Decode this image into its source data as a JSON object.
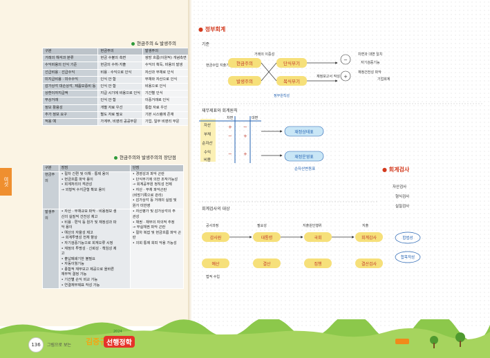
{
  "left": {
    "section1": {
      "title": "현금주의 & 발생주의",
      "headers": [
        "구분",
        "현금주의",
        "발생주의"
      ],
      "rows": [
        [
          "거래의 해석과 분류",
          "현금 수불의 측면",
          "쌍방 흐름(이원적) 개념측면"
        ],
        [
          "수익비용의 인식 기준",
          "현금의 수취·지출",
          "수익의 획득, 비용의 발생"
        ],
        [
          "선급비용 · 선급수익",
          "비용 · 수익으로 인식",
          "자산과 부채로 인식"
        ],
        [
          "미지급비용 · 미수수익",
          "인식 안 함",
          "부채와 자산으로 인식"
        ],
        [
          "감가상각 대손상각, 제품보증비 등",
          "인식 안 함",
          "비용으로 인식"
        ],
        [
          "상환이자지급액",
          "지급 시기에 비용으로 인식",
          "기간별 인식"
        ],
        [
          "무상거래",
          "인식 안 함",
          "이중거래로 인식"
        ],
        [
          "정보 활용성",
          "개별 자료 우선",
          "통합 자료 우선"
        ],
        [
          "추가 정보 요구",
          "별도 자료 필요",
          "기본 시스템에 존재"
        ],
        [
          "적용 예",
          "가계부, 비영리 공공부문",
          "기업, 일부 비영리 부문"
        ]
      ]
    },
    "section2": {
      "title": "현금주의와 발생주의의 장단점",
      "headers": [
        "구분",
        "장점",
        "단점"
      ],
      "rows": [
        {
          "label": "현금주의",
          "pros": [
            "• 절차 간편 및 이해 · 통제 용이",
            "• 현금흐름 파악 용이",
            "• 회계처리의 객관성",
            "  → 외형적 수지균형 확보 용이"
          ],
          "cons": [
            "• 경영성과 파악 곤란",
            "• 단식부기에 의한 조작가능성",
            "  → 회계공무원 정직성 전제",
            "• 자산 · 부채 파악곤란",
            "  (비망기록으로 관리)",
            "• 감가상각 등 거래의 실질 및",
            "  원가 미반영"
          ]
        },
        {
          "label": "발생주의",
          "pros": [
            "• 자산 · 부채규모 파악 · 비용정보 생",
            "  산의 실질적 건전성 제고",
            "• 비용 · 편익 등 원가 및 재정성과 파",
            "  악 용이",
            "• 예산의 자율성 제고",
            "  → 회계투명성 전체 향상",
            "• 자기검증기능으로 회계오류 시정",
            "• 재정의 투명성 · 신뢰성 · 책임성 제",
            "  고",
            "• 출납폐쇄기한 불필요",
            "• 자동이월기능",
            "• 종합적 재무보고 제공으로 올바른",
            "  재무적 결정 가능",
            "• 기간별 손익 비교 가능",
            "• 연결재무제표 작성 가능"
          ],
          "cons": [
            "• 자산평가 및 감가상각의 주",
            "  관성",
            "• 채권 · 채무의 자의적 추정",
            "  → 부실채권 파악 곤란",
            "• 절차 복잡 및 현금흐름 파악 곤",
            "  란",
            "• 의회 통제 회피 악용 가능성"
          ]
        }
      ]
    },
    "side_tab": "여섯",
    "page_number": "136",
    "footer_tagline": "그림으로 보는",
    "footer_brand_a": "김중규",
    "footer_brand_b": "선행정학",
    "footer_brand_year": "2024"
  },
  "right": {
    "title": "정부회계",
    "title2": "회계검사",
    "notes": {
      "n1": "기준",
      "n2": "현금수입 지출기준",
      "n3": "현금주의",
      "n4": "발생주의",
      "n5": "단식부기",
      "n6": "복식부기",
      "n7": "거래의 이중성",
      "n8": "정부원칙성",
      "n9": "재정보고서 작성",
      "n10": "차변과 대변 일치",
      "n11": "자기검증기능",
      "n12": "재정건전성 파악",
      "n13": "기업회계",
      "n14": "재무제표와 회계원칙",
      "n15": "자산",
      "n16": "부채",
      "n17": "순자산",
      "n18": "수익",
      "n19": "비용",
      "n20": "차변",
      "n21": "대변",
      "n22": "재정상태표",
      "n23": "재정운영표",
      "n24": "순자산변동표",
      "n25": "회계검사의 대상",
      "n26": "감사원",
      "n27": "대통령",
      "n28": "국회",
      "n29": "회계감사",
      "n30": "예산",
      "n31": "결산",
      "n32": "집행",
      "n33": "결산검사",
      "n34": "공사과정",
      "n35": "필요성",
      "n36": "지출원인행위",
      "n37": "지출",
      "n38": "법적 수입",
      "n39": "자산검사",
      "n40": "형식검사",
      "n41": "실질검사",
      "n42": "합법성",
      "n43": "합목적성"
    }
  }
}
